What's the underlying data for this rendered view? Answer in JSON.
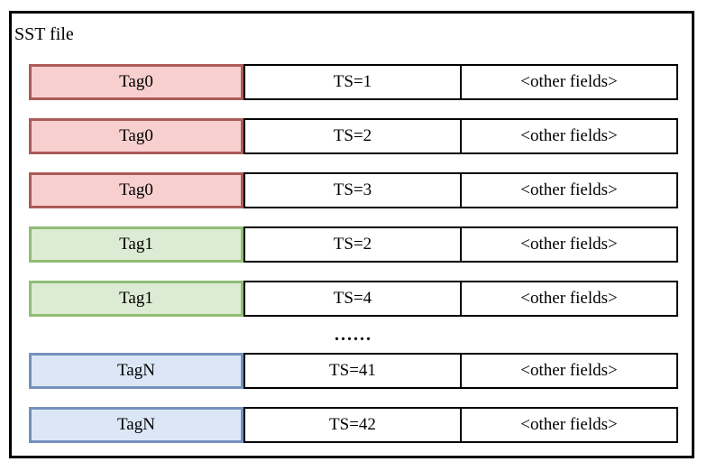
{
  "diagram": {
    "title": "SST file",
    "ellipsis": "......",
    "rows": [
      {
        "tag": "Tag0",
        "ts": "TS=1",
        "other": "<other fields>",
        "color": "red"
      },
      {
        "tag": "Tag0",
        "ts": "TS=2",
        "other": "<other fields>",
        "color": "red"
      },
      {
        "tag": "Tag0",
        "ts": "TS=3",
        "other": "<other fields>",
        "color": "red"
      },
      {
        "tag": "Tag1",
        "ts": "TS=2",
        "other": "<other fields>",
        "color": "green"
      },
      {
        "tag": "Tag1",
        "ts": "TS=4",
        "other": "<other fields>",
        "color": "green"
      },
      {
        "tag": "TagN",
        "ts": "TS=41",
        "other": "<other fields>",
        "color": "blue"
      },
      {
        "tag": "TagN",
        "ts": "TS=42",
        "other": "<other fields>",
        "color": "blue"
      }
    ],
    "colors": {
      "red": {
        "fill": "#f7cfce",
        "border": "#ab5b58"
      },
      "green": {
        "fill": "#dcebd3",
        "border": "#90bd75"
      },
      "blue": {
        "fill": "#dbe7f6",
        "border": "#7491bd"
      },
      "frame_border": "#000000",
      "cell_border": "#000000"
    }
  }
}
